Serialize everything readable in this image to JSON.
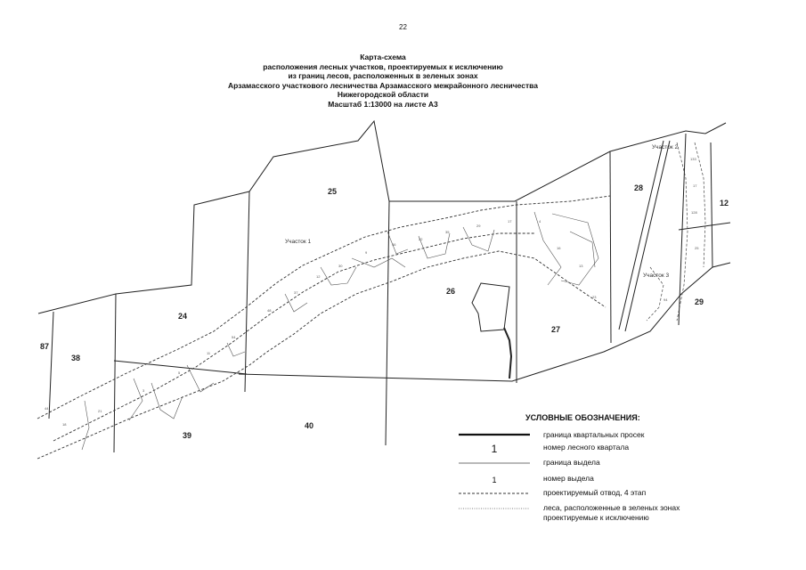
{
  "page_number": "22",
  "title_lines": [
    "Карта-схема",
    "расположения лесных участков, проектируемых к исключению",
    "из границ лесов, расположенных в зеленых зонах",
    "Арзамасского участкового лесничества Арзамасского межрайонного лесничества",
    "Нижегородской области",
    "Масштаб 1:13000 на листе А3"
  ],
  "quarters": [
    "25",
    "24",
    "26",
    "27",
    "28",
    "12",
    "29",
    "38",
    "87",
    "39",
    "40"
  ],
  "plots": [
    "Участок 1",
    "Участок 2",
    "Участок 3"
  ],
  "legend": {
    "title": "УСЛОВНЫЕ ОБОЗНАЧЕНИЯ:",
    "sample_quarter_number": "1",
    "sample_vydel_number": "1",
    "items": [
      "граница квартальных просек",
      "номер лесного квартала",
      "граница выдела",
      "номер выдела",
      "проектируемый отвод, 4 этап",
      "леса, расположенные в зеленых зонах",
      "проектируемые к исключению"
    ]
  }
}
